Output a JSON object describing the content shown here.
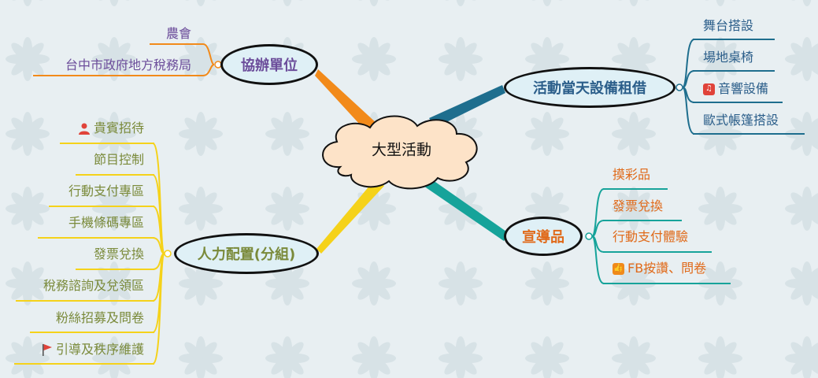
{
  "central": {
    "label": "大型活動"
  },
  "branches": {
    "cohost": {
      "label": "協辦單位",
      "items": [
        "農會",
        "台中市政府地方稅務局"
      ]
    },
    "equipment": {
      "label": "活動當天設備租借",
      "items": [
        "舞台搭設",
        "場地桌椅",
        "音響設備",
        "歐式帳篷搭設"
      ]
    },
    "promo": {
      "label": "宣導品",
      "items": [
        "摸彩品",
        "發票兌換",
        "行動支付體驗",
        "FB按讚、問卷"
      ]
    },
    "staff": {
      "label": "人力配置(分組)",
      "items": [
        "貴賓招待",
        "節目控制",
        "行動支付專區",
        "手機條碼專區",
        "發票兌換",
        "稅務諮詢及兌領區",
        "粉絲招募及問卷",
        "引導及秩序維護"
      ]
    }
  },
  "colors": {
    "cohost": "#f28a1a",
    "equipment": "#1e6e8e",
    "promo": "#16a39a",
    "staff": "#f5d21a",
    "cohost_text": "#6b4c9a",
    "equipment_text": "#2b5e8a",
    "promo_text": "#e06a1a",
    "staff_text": "#7a8a3a",
    "cloud_fill": "#fde3c8"
  },
  "icons": {
    "person": "person-icon",
    "music": "music-icon",
    "thumbs_up": "thumbs-up-icon",
    "flag": "flag-icon"
  }
}
